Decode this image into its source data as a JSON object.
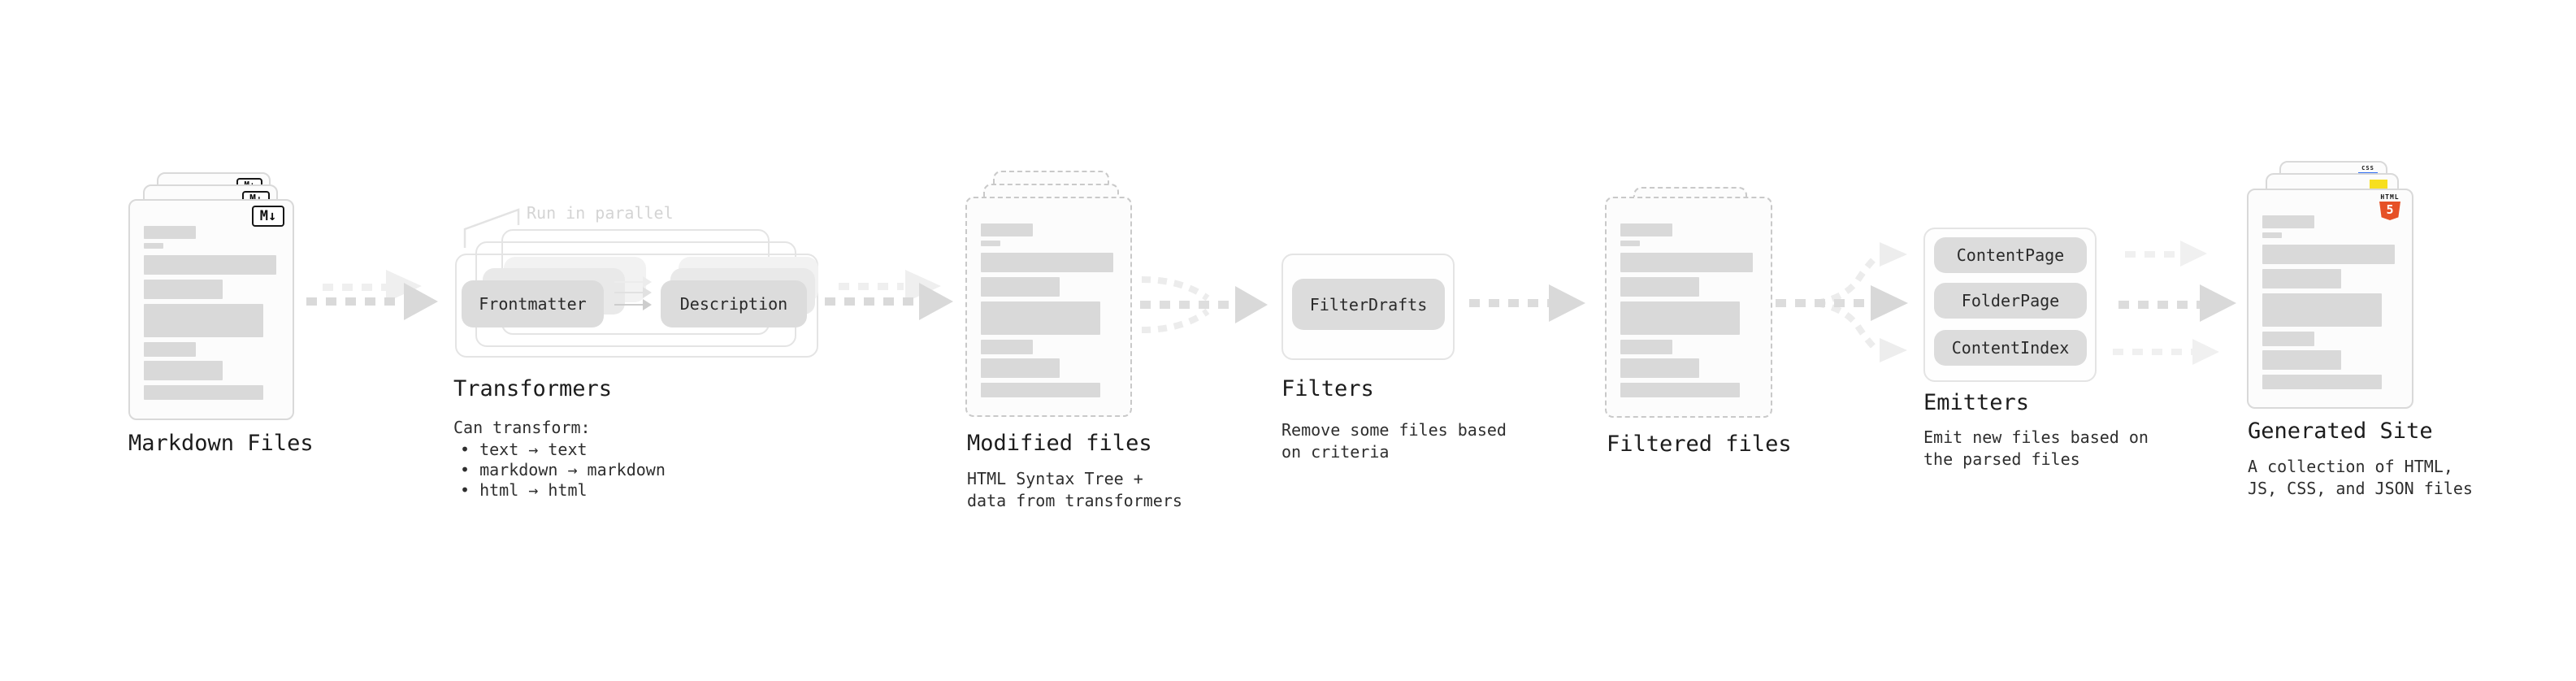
{
  "nodes": {
    "markdown_files": {
      "label": "Markdown Files",
      "badge": "M↓"
    },
    "transformers": {
      "heading": "Transformers",
      "callout": "Run in parallel",
      "chip_frontmatter": "Frontmatter",
      "chip_description": "Description",
      "note_title": "Can transform:",
      "bullet_1": "• text → text",
      "bullet_2": "• markdown → markdown",
      "bullet_3": "• html → html"
    },
    "modified_files": {
      "heading": "Modified files",
      "note_line_1": "HTML Syntax Tree +",
      "note_line_2": "data from transformers"
    },
    "filters": {
      "heading": "Filters",
      "chip_filterdrafts": "FilterDrafts",
      "note_line_1": "Remove some files based",
      "note_line_2": "on criteria"
    },
    "filtered_files": {
      "label": "Filtered files"
    },
    "emitters": {
      "heading": "Emitters",
      "chip_contentpage": "ContentPage",
      "chip_folderpage": "FolderPage",
      "chip_contentindex": "ContentIndex",
      "note_line_1": "Emit new files based on",
      "note_line_2": "the parsed files"
    },
    "generated_site": {
      "heading": "Generated Site",
      "note_line_1": "A collection of HTML,",
      "note_line_2": "JS, CSS, and JSON files",
      "html5_badge_label": "HTML",
      "html5_badge_number": "5",
      "css_badge_label": "CSS"
    }
  },
  "colors": {
    "arrow_main": "#d9d9d9",
    "arrow_ghost": "#efefef",
    "placeholder_bar": "#d9d9d9",
    "html5_orange": "#e65127",
    "js_yellow": "#f7df1e",
    "css_blue": "#2f6df2",
    "callout_text": "#d4d4d4"
  }
}
